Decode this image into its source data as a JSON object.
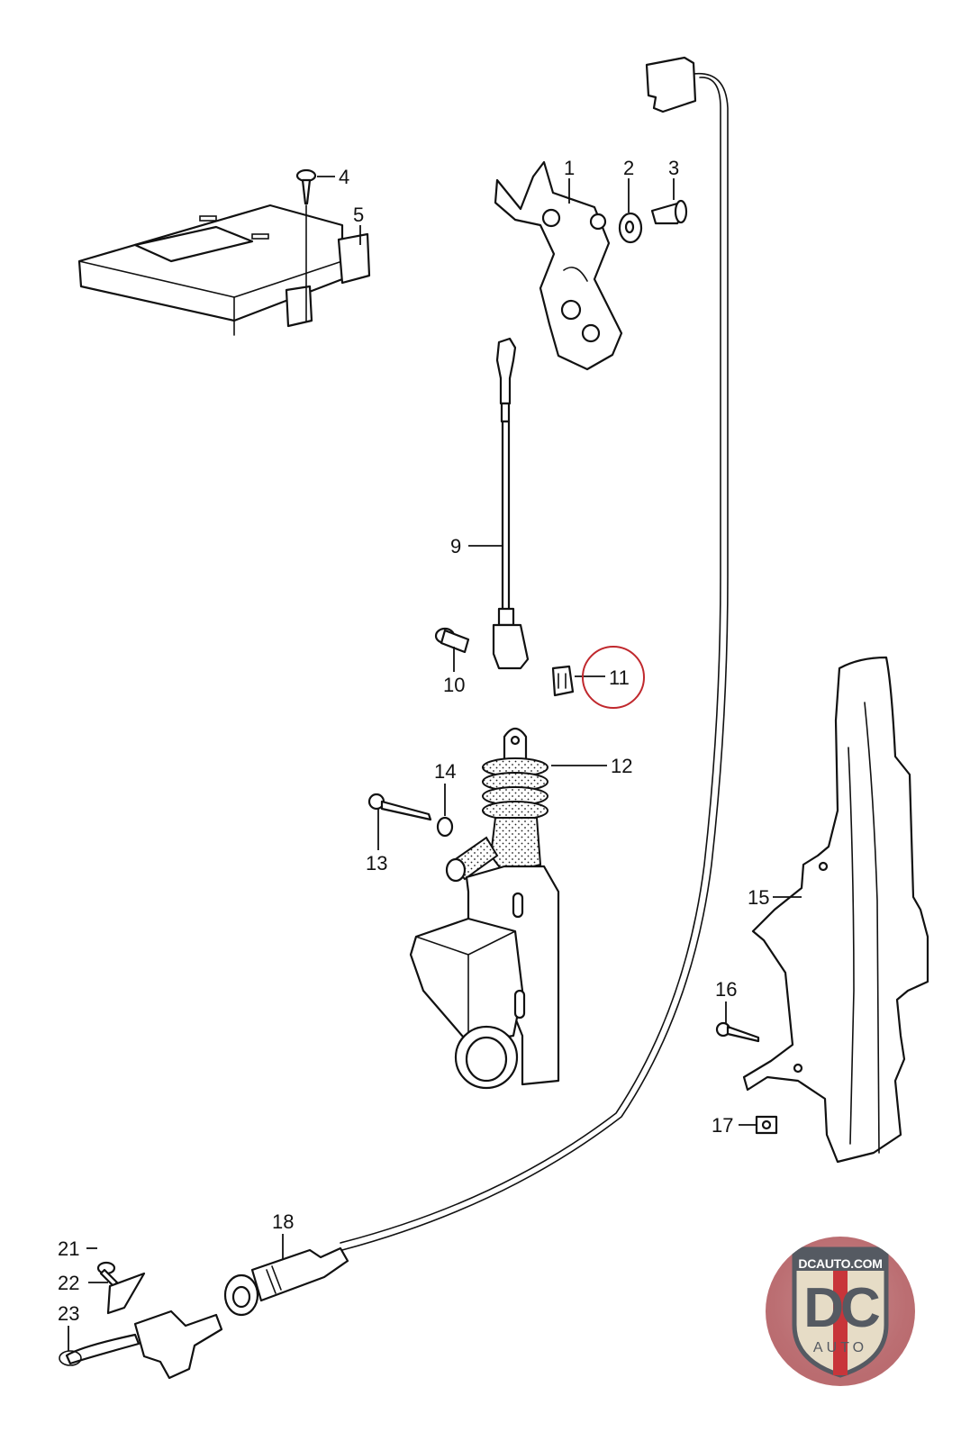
{
  "diagram": {
    "title": "Door lock / central locking parts diagram",
    "highlight_color": "#c0282d",
    "highlighted_part": "11",
    "callouts": [
      {
        "id": "1",
        "part": "door-lock-latch"
      },
      {
        "id": "2",
        "part": "washer"
      },
      {
        "id": "3",
        "part": "bolt"
      },
      {
        "id": "4",
        "part": "screw"
      },
      {
        "id": "5",
        "part": "control-unit"
      },
      {
        "id": "9",
        "part": "operating-rod"
      },
      {
        "id": "10",
        "part": "pin"
      },
      {
        "id": "11",
        "part": "clip"
      },
      {
        "id": "12",
        "part": "lock-actuator"
      },
      {
        "id": "13",
        "part": "screw"
      },
      {
        "id": "14",
        "part": "washer"
      },
      {
        "id": "15",
        "part": "cover-panel"
      },
      {
        "id": "16",
        "part": "screw"
      },
      {
        "id": "17",
        "part": "clip-nut"
      },
      {
        "id": "18",
        "part": "release-cable"
      },
      {
        "id": "21",
        "part": "screw"
      },
      {
        "id": "22",
        "part": "plate"
      },
      {
        "id": "23",
        "part": "bracket-with-strap"
      }
    ]
  },
  "watermark": {
    "site": "DCAUTO.COM",
    "brand": "DC",
    "subtitle": "AUTO",
    "colors": {
      "badge": "#bb6e72",
      "shield": "#e6dcc6",
      "stripe": "#c8353a",
      "text": "#555a62"
    }
  }
}
